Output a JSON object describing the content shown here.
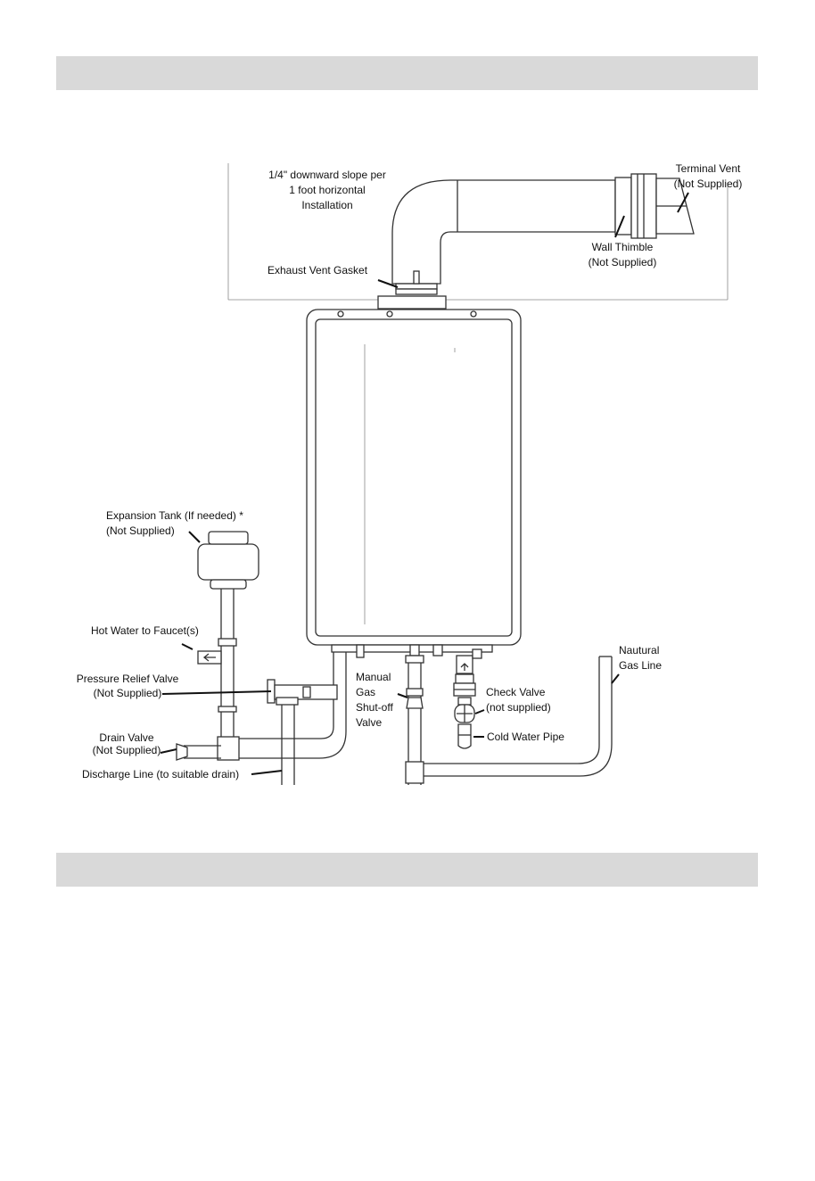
{
  "labels": {
    "slope_1": "1/4\" downward slope per",
    "slope_2": "1 foot horizontal",
    "slope_3": "Installation",
    "terminal_vent_1": "Terminal Vent",
    "terminal_vent_2": "(Not Supplied)",
    "exhaust_gasket": "Exhaust Vent Gasket",
    "wall_thimble_1": "Wall Thimble",
    "wall_thimble_2": "(Not Supplied)",
    "expansion_tank_1": "Expansion Tank (If needed) *",
    "expansion_tank_2": "(Not Supplied)",
    "hot_water": "Hot Water to Faucet(s)",
    "relief_valve_1": "Pressure Relief Valve",
    "relief_valve_2": "(Not Supplied)",
    "drain_valve_1": "Drain Valve",
    "drain_valve_2": "(Not Supplied)",
    "discharge": "Discharge Line (to suitable drain)",
    "manual_gas_1": "Manual",
    "manual_gas_2": "Gas",
    "manual_gas_3": "Shut-off",
    "manual_gas_4": "Valve",
    "check_valve_1": "Check Valve",
    "check_valve_2": "(not supplied)",
    "cold_water": "Cold Water Pipe",
    "gas_line_1": "Nautural",
    "gas_line_2": "Gas Line"
  }
}
